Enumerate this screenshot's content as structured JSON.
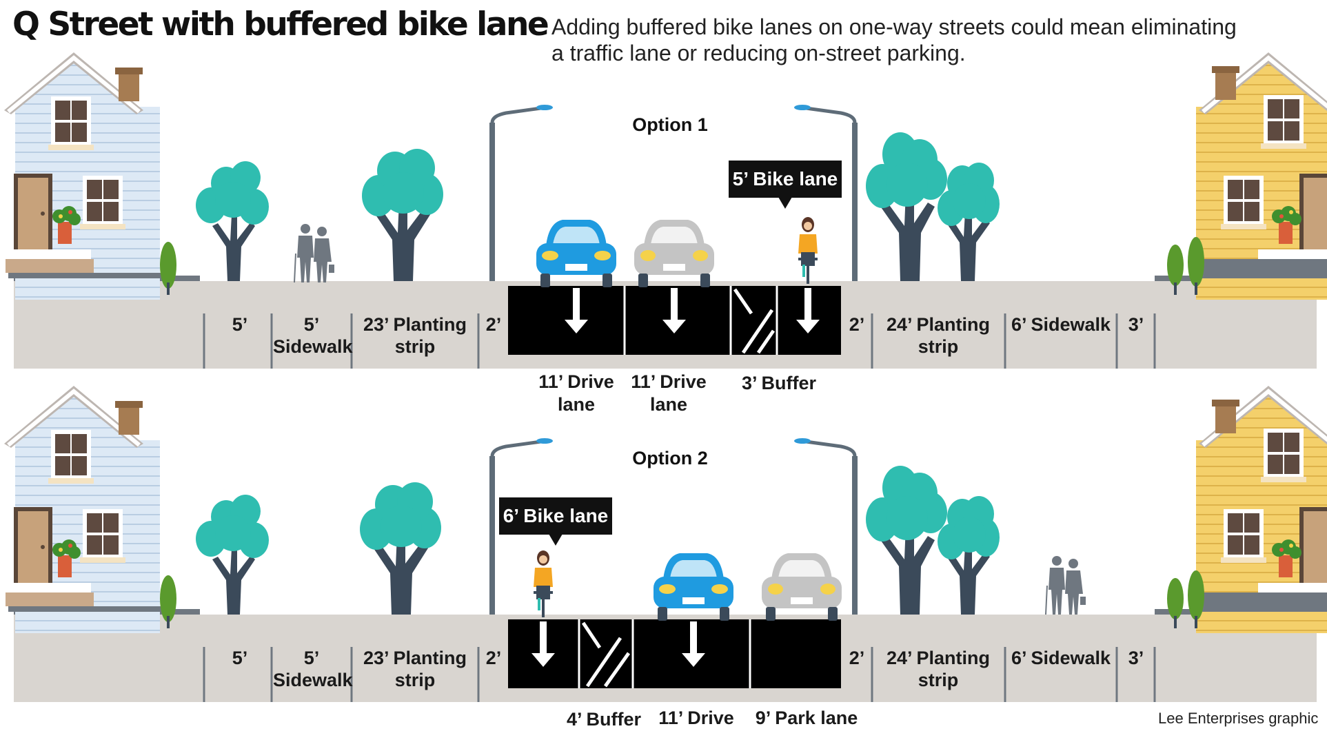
{
  "header": {
    "title": "Q Street with buffered bike lane",
    "subtitle": "Adding buffered bike lanes on one-way streets could mean eliminating a traffic lane or reducing on-street parking."
  },
  "credit": "Lee Enterprises graphic",
  "colors": {
    "tree": "#2fbdb0",
    "trunk": "#3b4a5a",
    "ground": "#d9d5d0",
    "road": "#000000",
    "car_blue": "#1f9be0",
    "car_gray": "#c4c4c4",
    "house_left": "#dde9f5",
    "house_right": "#f4d06b",
    "rider_shirt": "#f4a623"
  },
  "option1": {
    "title": "Option 1",
    "callout": "5’ Bike lane",
    "segments_left": [
      {
        "line1": "5’",
        "line2": ""
      },
      {
        "line1": "5’",
        "line2": "Sidewalk"
      },
      {
        "line1": "23’ Planting",
        "line2": "strip"
      },
      {
        "line1": "2’",
        "line2": ""
      }
    ],
    "segments_right": [
      {
        "line1": "2’",
        "line2": ""
      },
      {
        "line1": "24’ Planting",
        "line2": "strip"
      },
      {
        "line1": "6’ Sidewalk",
        "line2": ""
      },
      {
        "line1": "3’",
        "line2": ""
      }
    ],
    "lanes": [
      {
        "line1": "11’ Drive",
        "line2": "lane"
      },
      {
        "line1": "11’ Drive",
        "line2": "lane"
      },
      {
        "line1": "3’ Buffer",
        "line2": ""
      }
    ]
  },
  "option2": {
    "title": "Option 2",
    "callout": "6’ Bike lane",
    "segments_left": [
      {
        "line1": "5’",
        "line2": ""
      },
      {
        "line1": "5’",
        "line2": "Sidewalk"
      },
      {
        "line1": "23’ Planting",
        "line2": "strip"
      },
      {
        "line1": "2’",
        "line2": ""
      }
    ],
    "segments_right": [
      {
        "line1": "2’",
        "line2": ""
      },
      {
        "line1": "24’ Planting",
        "line2": "strip"
      },
      {
        "line1": "6’ Sidewalk",
        "line2": ""
      },
      {
        "line1": "3’",
        "line2": ""
      }
    ],
    "lanes": [
      {
        "line1": "4’ Buffer",
        "line2": ""
      },
      {
        "line1": "11’ Drive",
        "line2": ""
      },
      {
        "line1": "9’ Park lane",
        "line2": ""
      }
    ]
  }
}
